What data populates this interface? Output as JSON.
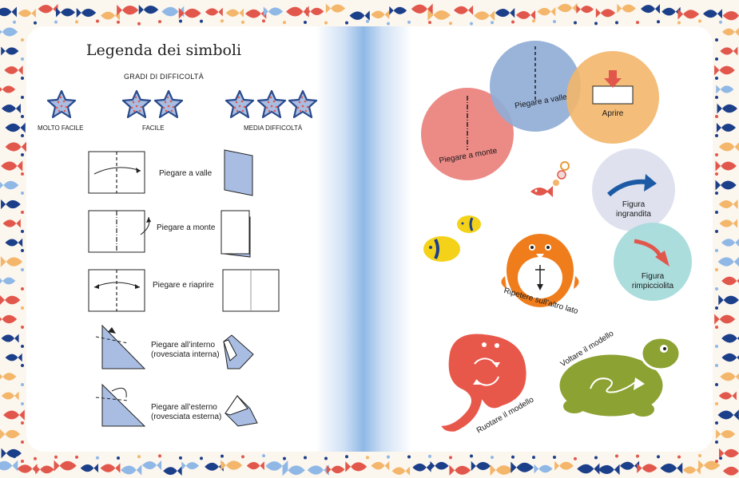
{
  "left_page": {
    "title": "Legenda dei simboli",
    "difficulty_title": "GRADI DI DIFFICOLTÀ",
    "difficulty_levels": [
      {
        "label": "MOLTO FACILE",
        "stars": 1
      },
      {
        "label": "FACILE",
        "stars": 2
      },
      {
        "label": "MEDIA DIFFICOLTÀ",
        "stars": 3
      }
    ],
    "symbols": [
      {
        "label": "Piegare a valle"
      },
      {
        "label": "Piegare a monte"
      },
      {
        "label": "Piegare e riaprire"
      },
      {
        "label_line1": "Piegare all’interno",
        "label_line2": "(rovesciata interna)"
      },
      {
        "label_line1": "Piegare all’esterno",
        "label_line2": "(rovesciata esterna)"
      }
    ]
  },
  "right_page": {
    "bubbles": {
      "mountain": "Piegare a monte",
      "valley": "Piegare a valle",
      "open": "Aprire",
      "enlarged_line1": "Figura",
      "enlarged_line2": "ingrandita",
      "reduced_line1": "Figura",
      "reduced_line2": "rimpicciolita"
    },
    "repeat_label": "Ripetere sull’altro lato",
    "rotate_label": "Ruotare il modello",
    "flip_label": "Voltare il modello"
  },
  "colors": {
    "mountain_bubble": "#ec8a86",
    "valley_bubble": "#90acd6",
    "open_bubble": "#f3b66a",
    "enlarged_bubble": "#dfe2ee",
    "reduced_bubble": "#a8dbdb",
    "penguin": "#f07d1c",
    "stingray": "#e8584a",
    "turtle": "#8ca232",
    "star": "#a9bde3",
    "star_outline": "#2a4b8c",
    "paper_blue": "#a9bde3"
  }
}
